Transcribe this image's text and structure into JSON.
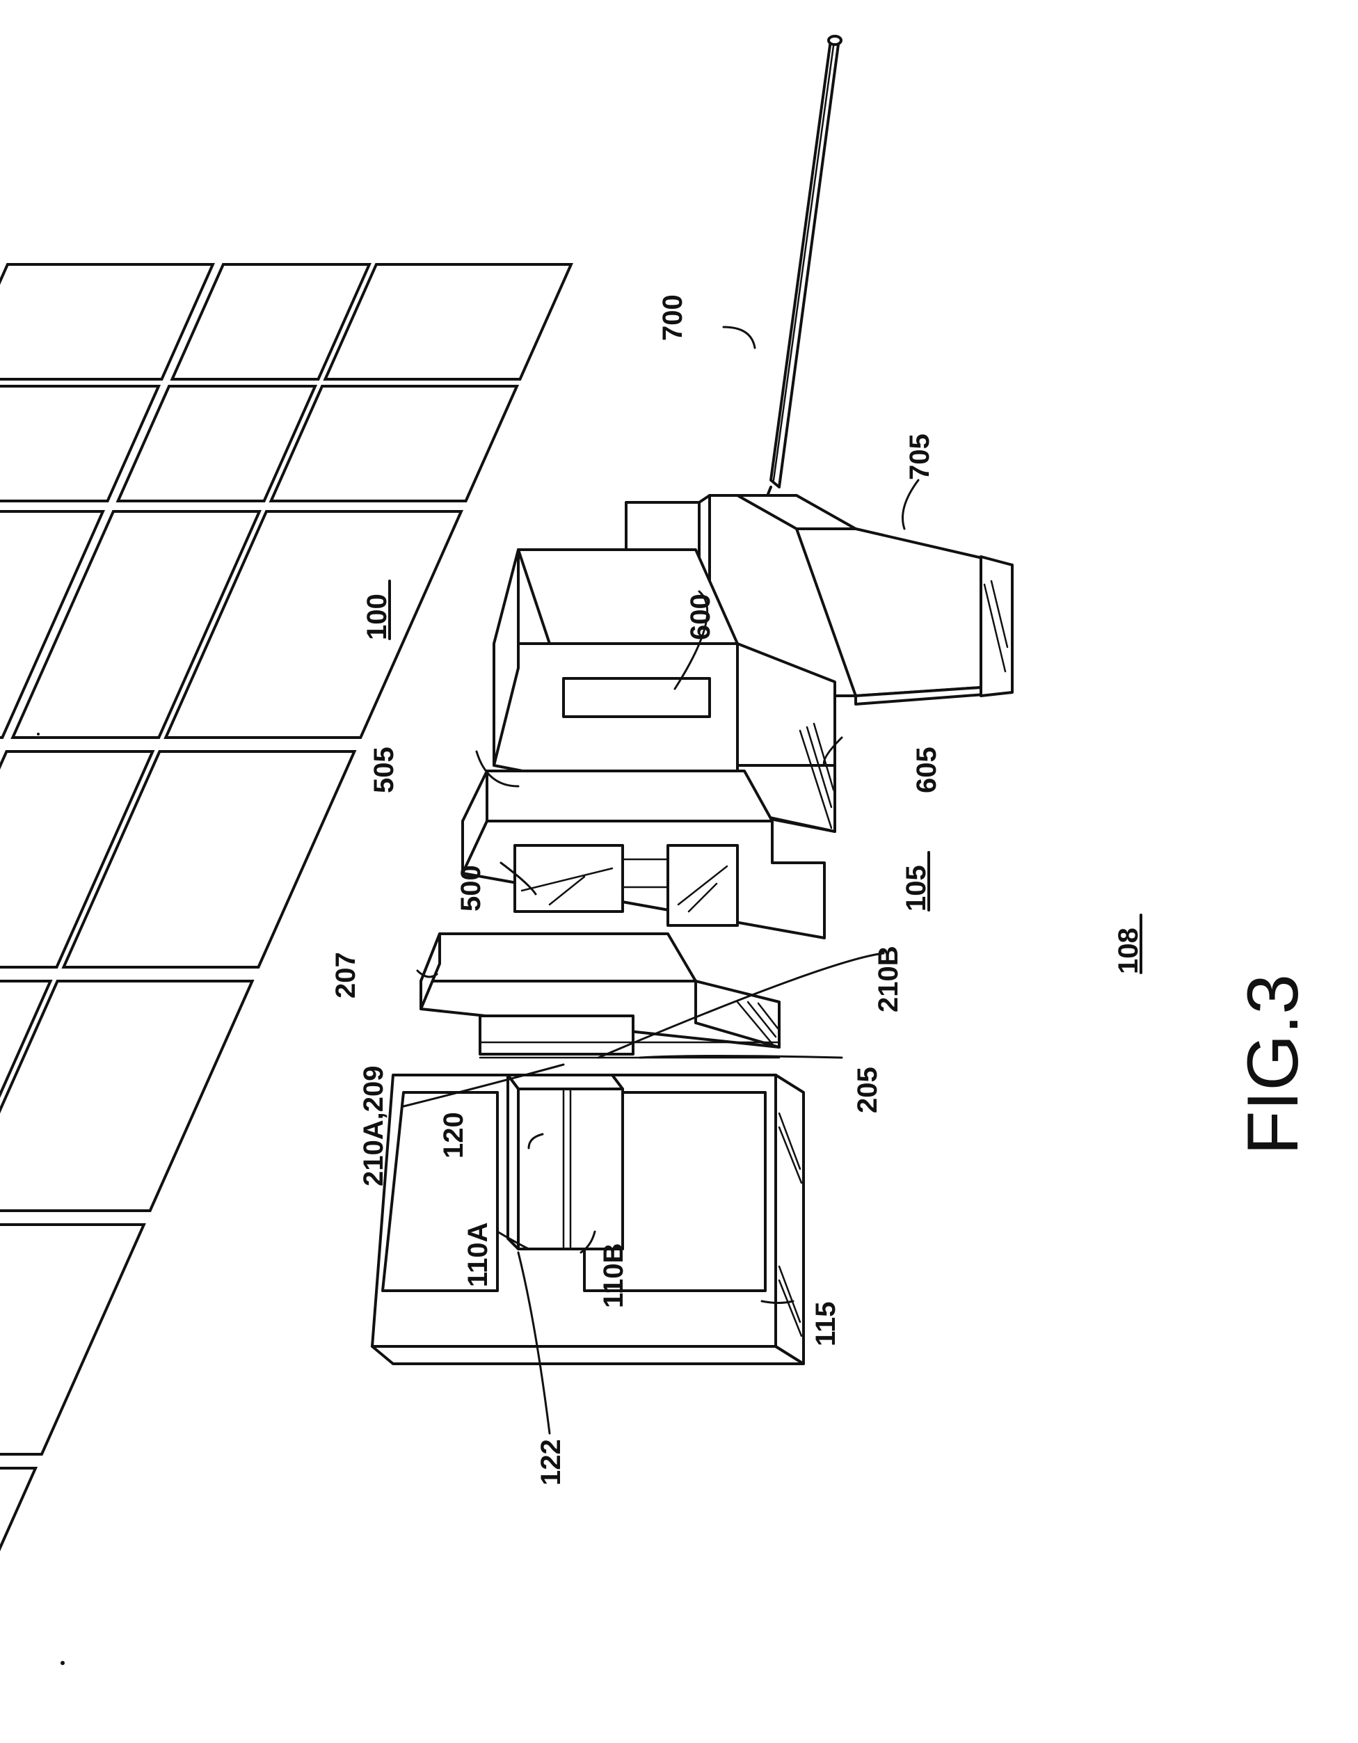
{
  "figure": {
    "title": "FIG.3"
  },
  "labels": [
    {
      "key": "l700",
      "text": "700"
    },
    {
      "key": "l705",
      "text": "705"
    },
    {
      "key": "l100",
      "text": "100"
    },
    {
      "key": "l600",
      "text": "600"
    },
    {
      "key": "l505",
      "text": "505"
    },
    {
      "key": "l605",
      "text": "605"
    },
    {
      "key": "l500",
      "text": "500"
    },
    {
      "key": "l105",
      "text": "105"
    },
    {
      "key": "l207",
      "text": "207"
    },
    {
      "key": "l108",
      "text": "108"
    },
    {
      "key": "l210b",
      "text": "210B"
    },
    {
      "key": "l210a209",
      "text": "210A,209"
    },
    {
      "key": "l205",
      "text": "205"
    },
    {
      "key": "l120",
      "text": "120"
    },
    {
      "key": "l110a",
      "text": "110A"
    },
    {
      "key": "l110b",
      "text": "110B"
    },
    {
      "key": "l115",
      "text": "115"
    },
    {
      "key": "l122",
      "text": "122"
    }
  ]
}
